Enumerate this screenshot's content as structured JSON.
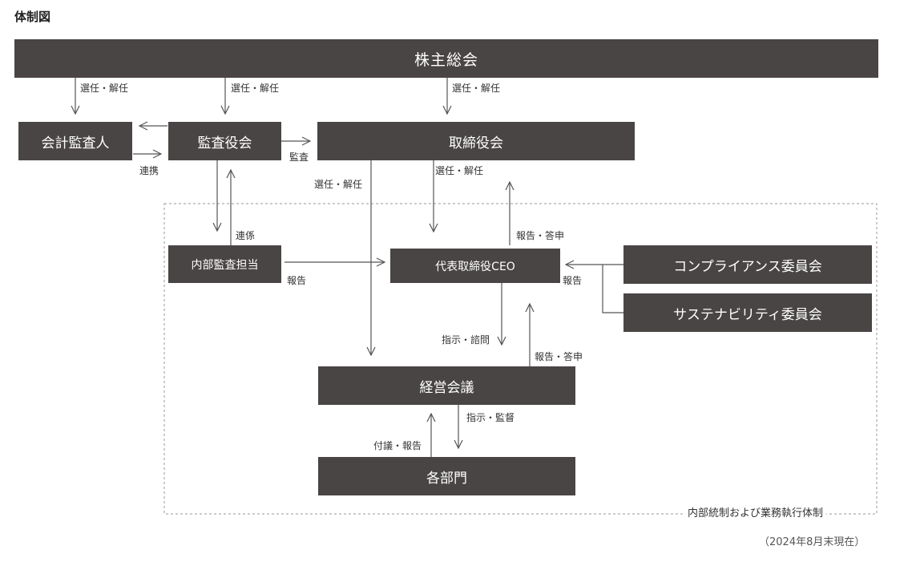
{
  "page": {
    "title": "体制図",
    "date_note": "（2024年8月末現在）"
  },
  "boxes": {
    "shareholders": "株主総会",
    "accounting_auditor": "会計監査人",
    "audit_board": "監査役会",
    "board": "取締役会",
    "internal_audit": "内部監査担当",
    "ceo": "代表取締役CEO",
    "compliance": "コンプライアンス委員会",
    "sustainability": "サステナビリティ委員会",
    "management": "経営会議",
    "departments": "各部門"
  },
  "labels": {
    "elect1": "選任・解任",
    "elect2": "選任・解任",
    "elect3": "選任・解任",
    "cooperate1": "連携",
    "audit": "監査",
    "elect4": "選任・解任",
    "elect5": "選任・解任",
    "report_reply1": "報告・答申",
    "cooperate2": "連係",
    "report1": "報告",
    "report2": "報告",
    "instruct_consult": "指示・諮問",
    "report_reply2": "報告・答申",
    "instruct_supervise": "指示・監督",
    "submit_report": "付議・報告"
  },
  "frame": {
    "label": "内部統制および業務執行体制"
  },
  "colors": {
    "box": "#4a4545",
    "line": "#555555",
    "frame": "#999999"
  }
}
